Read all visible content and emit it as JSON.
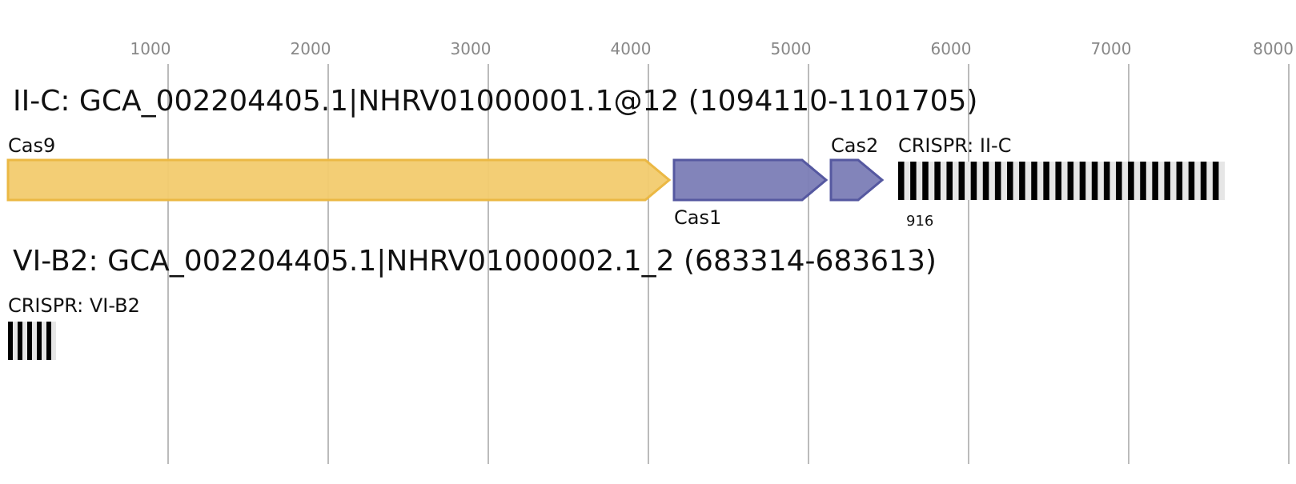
{
  "axis": {
    "ticks": [
      1000,
      2000,
      3000,
      4000,
      5000,
      6000,
      7000,
      8000
    ],
    "grid_color": "#bbbbbb",
    "tick_color": "#888888"
  },
  "loci": [
    {
      "title": "II-C: GCA_002204405.1|NHRV01000001.1@12 (1094110-1101705)",
      "genes": [
        {
          "name": "Cas9",
          "start": 0,
          "end": 4130,
          "strand": "+",
          "fill": "#f2cb6e",
          "stroke": "#ebb844",
          "label_position": "above"
        },
        {
          "name": "Cas1",
          "start": 4160,
          "end": 5110,
          "strand": "+",
          "fill": "#7b7db6",
          "stroke": "#5558a0",
          "label_position": "below"
        },
        {
          "name": "Cas2",
          "start": 5140,
          "end": 5460,
          "strand": "+",
          "fill": "#7b7db6",
          "stroke": "#5558a0",
          "label_position": "above"
        }
      ],
      "crispr": {
        "label": "CRISPR: II-C",
        "start": 5560,
        "end": 7600,
        "count_label": "916",
        "repeat_count": 27
      }
    },
    {
      "title": "VI-B2: GCA_002204405.1|NHRV01000002.1_2 (683314-683613)",
      "genes": [],
      "crispr": {
        "label": "CRISPR: VI-B2",
        "start": 0,
        "end": 300,
        "count_label": "",
        "repeat_count": 5
      }
    }
  ]
}
